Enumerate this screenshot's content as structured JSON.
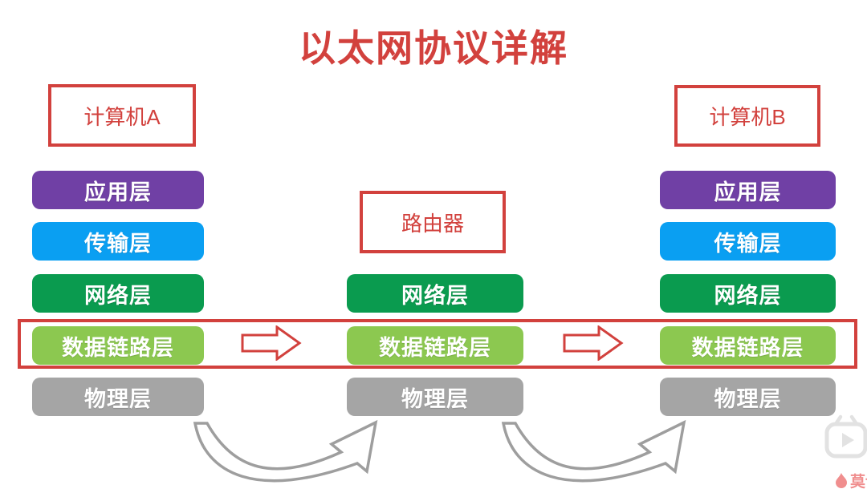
{
  "title": "以太网协议详解",
  "columns": [
    {
      "id": "computer-a",
      "label": "计算机A",
      "layers": [
        "应用层",
        "传输层",
        "网络层",
        "数据链路层",
        "物理层"
      ]
    },
    {
      "id": "router",
      "label": "路由器",
      "layers": [
        "网络层",
        "数据链路层",
        "物理层"
      ]
    },
    {
      "id": "computer-b",
      "label": "计算机B",
      "layers": [
        "应用层",
        "传输层",
        "网络层",
        "数据链路层",
        "物理层"
      ]
    }
  ],
  "highlight": {
    "layer": "数据链路层",
    "style": "red-outline-across-row"
  },
  "colors": {
    "application": "#7040a5",
    "transport": "#0a9ff2",
    "network": "#0a9b4f",
    "datalink": "#8cc850",
    "physical": "#a5a5a5",
    "accent_red": "#d2413d",
    "arrow_gray": "#9e9e9e",
    "watermark_pink": "#f08e8e",
    "tv_icon_gray": "#e2e2e2"
  },
  "icons": {
    "flow_arrow": "hollow-right-arrow",
    "loop_arrow": "curved-swoosh-arrow",
    "tv_play": "tv-play-icon",
    "flame": "flame-icon"
  },
  "watermark": {
    "text": "莫讠"
  }
}
